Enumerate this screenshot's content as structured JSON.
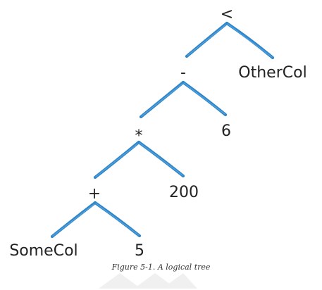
{
  "nodes": {
    "lt": "<",
    "other_col": "OtherCol",
    "minus": "-",
    "six": "6",
    "times": "*",
    "two_hundred": "200",
    "plus": "+",
    "some_col": "SomeCol",
    "five": "5"
  },
  "caption": "Figure 5-1. A logical tree",
  "colors": {
    "edge": "#2f86c9",
    "text": "#222222"
  }
}
